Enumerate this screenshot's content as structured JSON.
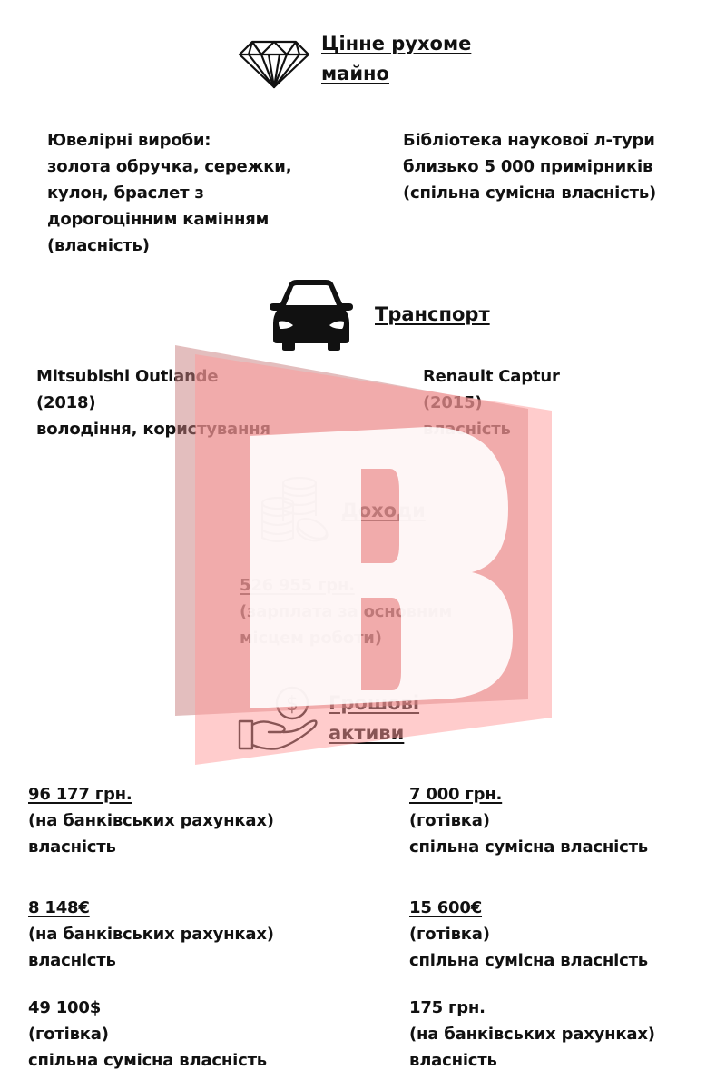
{
  "sections": {
    "valuables": {
      "title_line1": "Цінне рухоме",
      "title_line2": "майно",
      "icon": "diamond-icon",
      "items": [
        {
          "lines": [
            "Ювелірні вироби:",
            "золота обручка, сережки,",
            "кулон, браслет з",
            "дорогоцінним камінням",
            "(власність)"
          ]
        },
        {
          "lines": [
            "Бібліотека наукової л-тури",
            "близько 5 000 примірників",
            "(спільна сумісна власність)"
          ]
        }
      ]
    },
    "transport": {
      "title": "Транспорт",
      "icon": "car-icon",
      "items": [
        {
          "model": "Mitsubishi Outlande",
          "year": "(2018)",
          "ownership": "володіння, користування"
        },
        {
          "model": "Renault Captur",
          "year": "(2015)",
          "ownership": "власність"
        }
      ]
    },
    "income": {
      "title": "Доходи",
      "icon": "coins-icon",
      "amount": "526 955 грн.",
      "desc_line1": "(зарплата за основним",
      "desc_line2": "місцем роботи)"
    },
    "money": {
      "title_line1": "Грошові",
      "title_line2": "активи",
      "icon": "money-hand-icon",
      "items": [
        {
          "amount": "96 177 грн.",
          "type": "(на банківських рахунках)",
          "ownership": "власність"
        },
        {
          "amount": "7 000 грн.",
          "type": "(готівка)",
          "ownership": "спільна сумісна власність"
        },
        {
          "amount": "8 148€",
          "type": "(на банківських рахунках)",
          "ownership": "власність"
        },
        {
          "amount": "15 600€",
          "type": "(готівка)",
          "ownership": "спільна сумісна власність"
        },
        {
          "amount": "49 100$",
          "type": "(готівка)",
          "ownership": "спільна сумісна власність"
        },
        {
          "amount": "175 грн.",
          "type": "(на банківських рахунках)",
          "ownership": "власність"
        }
      ]
    }
  },
  "watermark": {
    "letter": "B",
    "color": "#ff9a9a"
  },
  "colors": {
    "text": "#111111",
    "watermark_red": "#ff9a9a"
  }
}
